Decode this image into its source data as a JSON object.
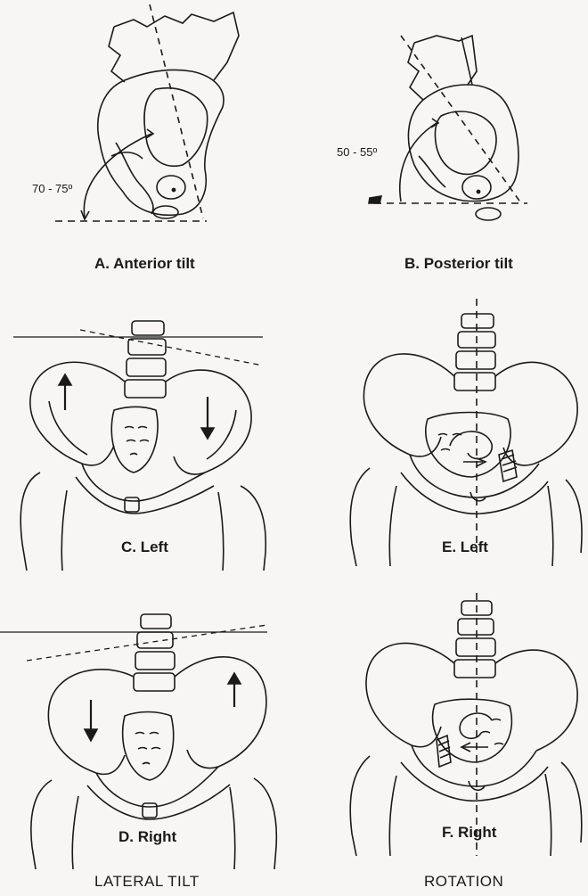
{
  "panels": {
    "a": {
      "caption": "A. Anterior tilt",
      "angle": "70 - 75º"
    },
    "b": {
      "caption": "B. Posterior tilt",
      "angle": "50 - 55º"
    },
    "c": {
      "caption": "C. Left"
    },
    "d": {
      "caption": "D. Right"
    },
    "e": {
      "caption": "E. Left"
    },
    "f": {
      "caption": "F. Right"
    }
  },
  "group_titles": {
    "lateral": "LATERAL TILT",
    "rotation": "ROTATION"
  },
  "colors": {
    "ink": "#1a1a1a",
    "paper": "#f7f6f4"
  }
}
